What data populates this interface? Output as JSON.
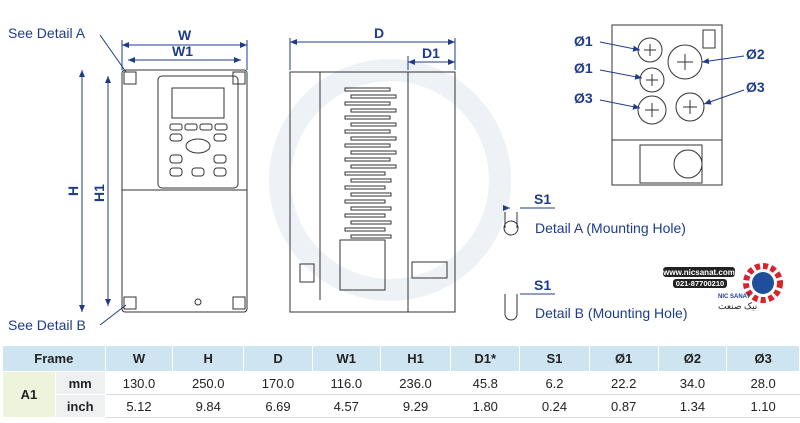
{
  "labels": {
    "detail_a": "See Detail A",
    "detail_b": "See Detail B",
    "detail_a_caption": "Detail A (Mounting Hole)",
    "detail_b_caption": "Detail B (Mounting Hole)"
  },
  "dimensions": {
    "W": "W",
    "W1": "W1",
    "H": "H",
    "H1": "H1",
    "D": "D",
    "D1": "D1",
    "S1a": "S1",
    "S1b": "S1",
    "d1a": "Ø1",
    "d1b": "Ø1",
    "d2": "Ø2",
    "d3a": "Ø3",
    "d3b": "Ø3"
  },
  "logo": {
    "url": "www.nicsanat.com",
    "phone": "021-87700210",
    "name": "NIC SANAT",
    "name_fa": "نیک صنعت"
  },
  "table": {
    "headers": [
      "Frame",
      "W",
      "H",
      "D",
      "W1",
      "H1",
      "D1*",
      "S1",
      "Ø1",
      "Ø2",
      "Ø3"
    ],
    "frame": "A1",
    "rows": [
      {
        "unit": "mm",
        "values": [
          "130.0",
          "250.0",
          "170.0",
          "116.0",
          "236.0",
          "45.8",
          "6.2",
          "22.2",
          "34.0",
          "28.0"
        ]
      },
      {
        "unit": "inch",
        "values": [
          "5.12",
          "9.84",
          "6.69",
          "4.57",
          "9.29",
          "1.80",
          "0.24",
          "0.87",
          "1.34",
          "1.10"
        ]
      }
    ]
  }
}
